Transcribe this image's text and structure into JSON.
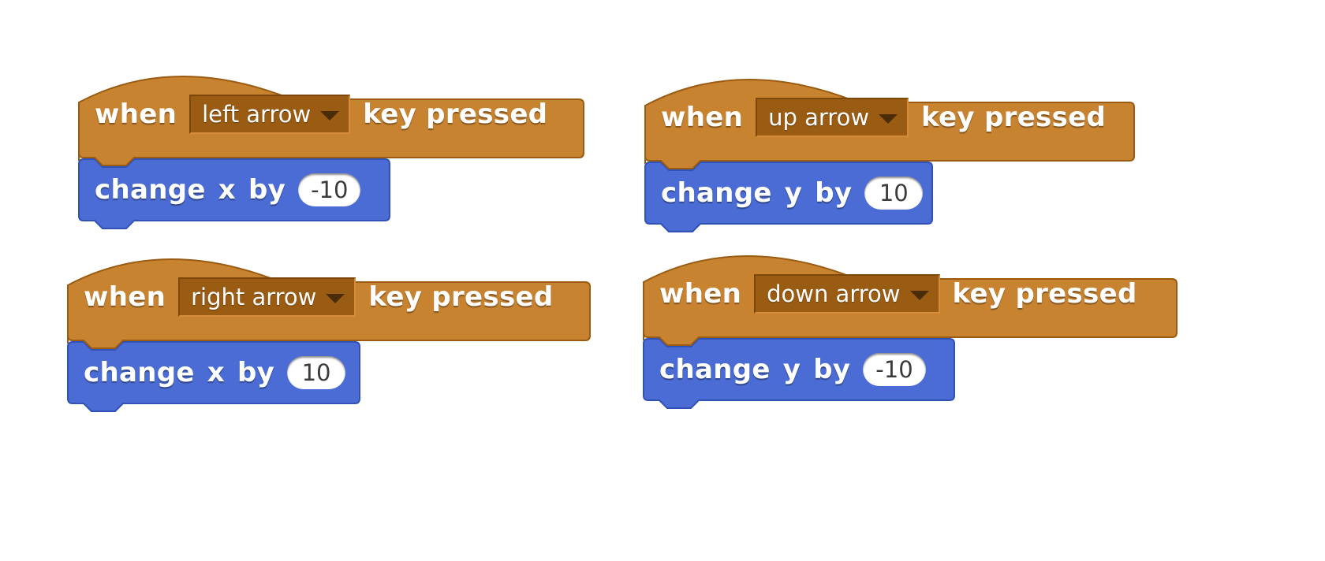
{
  "colors": {
    "events": "#c88330",
    "events_dark": "#9a5b12",
    "motion": "#4a6cd4",
    "motion_dark": "#3152b5"
  },
  "scripts": [
    {
      "hat": {
        "when": "when",
        "key": "left arrow",
        "pressed": "key pressed"
      },
      "motion": {
        "label": "change",
        "axis": "x",
        "by": "by",
        "value": "-10"
      }
    },
    {
      "hat": {
        "when": "when",
        "key": "up arrow",
        "pressed": "key pressed"
      },
      "motion": {
        "label": "change",
        "axis": "y",
        "by": "by",
        "value": "10"
      }
    },
    {
      "hat": {
        "when": "when",
        "key": "right arrow",
        "pressed": "key pressed"
      },
      "motion": {
        "label": "change",
        "axis": "x",
        "by": "by",
        "value": "10"
      }
    },
    {
      "hat": {
        "when": "when",
        "key": "down arrow",
        "pressed": "key pressed"
      },
      "motion": {
        "label": "change",
        "axis": "y",
        "by": "by",
        "value": "-10"
      }
    }
  ]
}
